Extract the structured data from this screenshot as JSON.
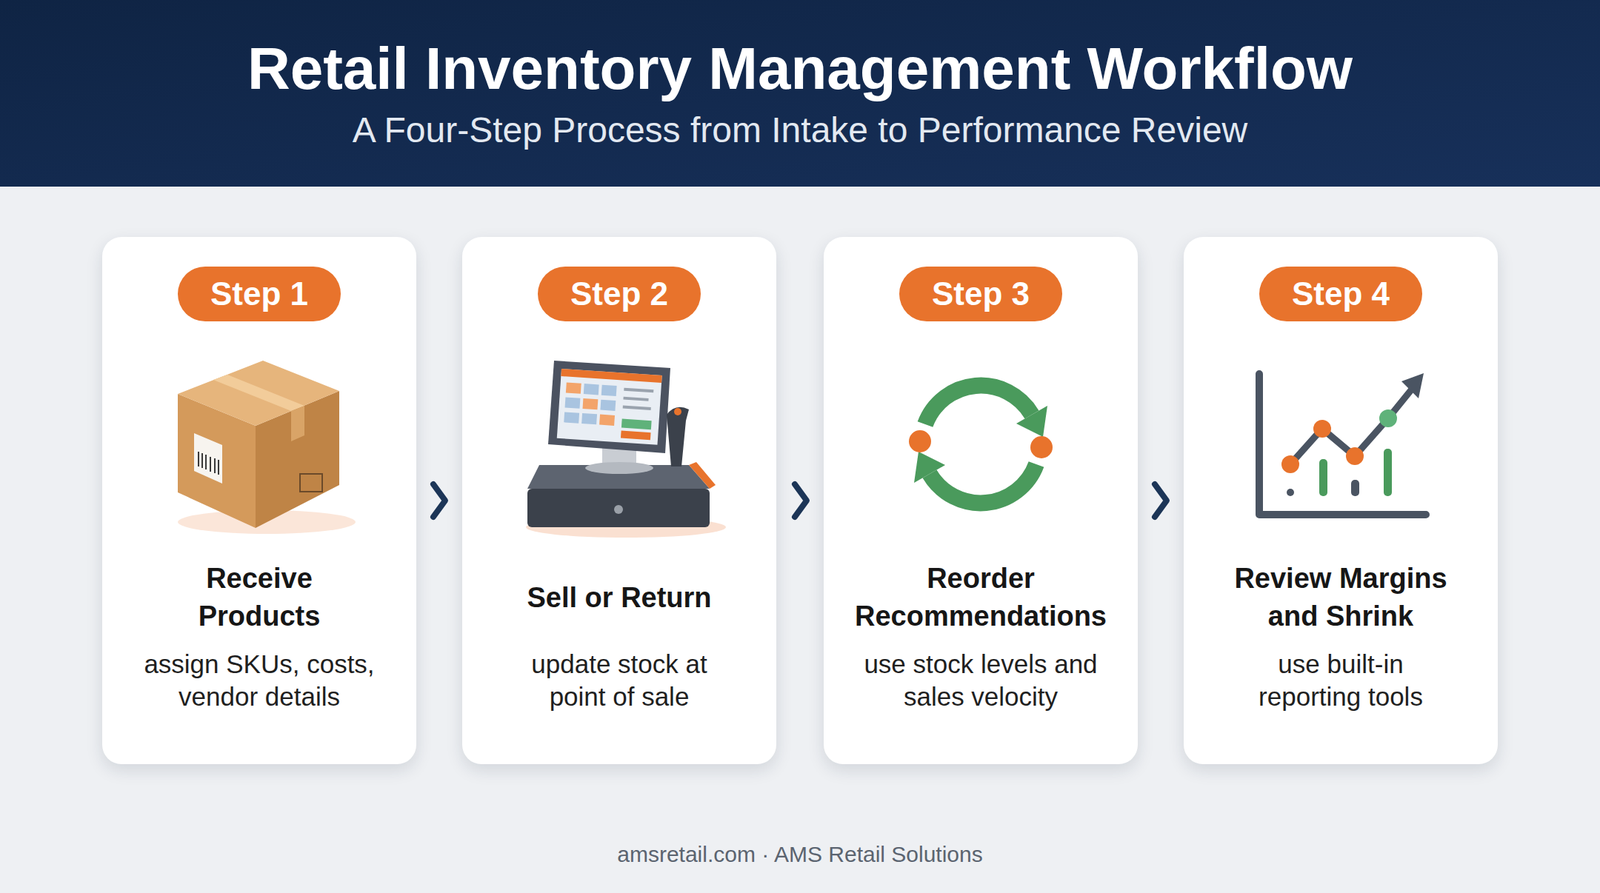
{
  "diagram": {
    "title": "Retail Inventory Management Workflow",
    "nodes": [
      {
        "text": [
          "Receive Products",
          "assign SKUs, costs, vendor details"
        ]
      },
      {
        "text": [
          "Step 1"
        ],
        "in": 0
      },
      {
        "text": [
          "Sell or Return",
          "update stock at point of sale"
        ]
      },
      {
        "text": [
          "Step 2"
        ],
        "in": 2
      },
      {
        "text": [
          "Reorder Recommendations",
          "use stock levels and sales velocity"
        ]
      },
      {
        "text": [
          "Step 3"
        ],
        "in": 4
      },
      {
        "text": [
          "Review Margins and Shrink",
          "use built-in reporting tools"
        ]
      },
      {
        "text": [
          "Step 4"
        ],
        "in": 6
      }
    ],
    "edges": [
      {
        "from": 0,
        "to": 2,
        "arrow": "to"
      },
      {
        "from": 2,
        "to": 4,
        "arrow": "to"
      },
      {
        "from": 4,
        "to": 6,
        "arrow": "to"
      }
    ],
    "labels": [
      "A Four-Step Process from Intake to Performance Review",
      "amsretail.com · AMS Retail Solutions"
    ]
  }
}
